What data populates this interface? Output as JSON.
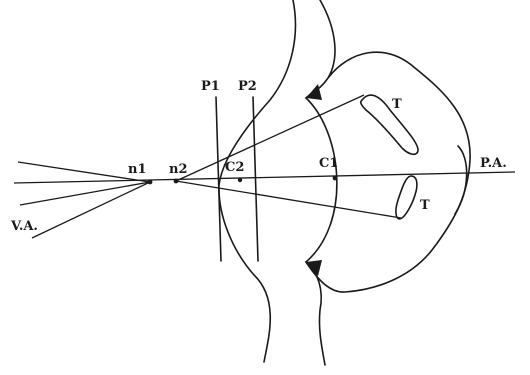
{
  "diagram": {
    "labels": {
      "n1": "n1",
      "n2": "n2",
      "p1": "P1",
      "p2": "P2",
      "c1": "C1",
      "c2": "C2",
      "visual_axis": "V.A.",
      "principal_axis": "P.A.",
      "t_upper": "T",
      "t_lower": "T"
    },
    "colors": {
      "ink": "#1a1a1a",
      "background": "#ffffff"
    }
  }
}
